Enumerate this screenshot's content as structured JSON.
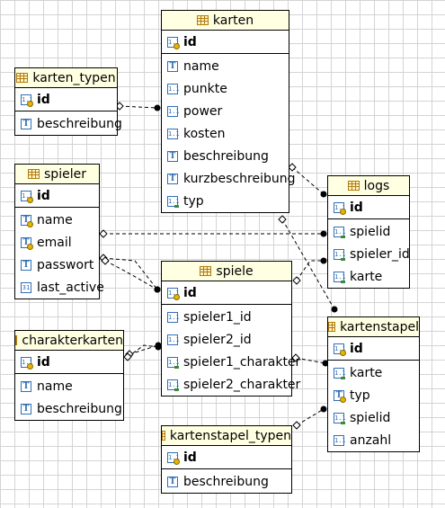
{
  "diagram": {
    "tables": {
      "karten": {
        "name": "karten",
        "pk": {
          "name": "id",
          "icon": "number-key-icon"
        },
        "fields": [
          {
            "name": "name",
            "icon": "text-icon"
          },
          {
            "name": "punkte",
            "icon": "number-icon"
          },
          {
            "name": "power",
            "icon": "number-icon"
          },
          {
            "name": "kosten",
            "icon": "number-icon"
          },
          {
            "name": "beschreibung",
            "icon": "text-icon"
          },
          {
            "name": "kurzbeschreibung",
            "icon": "text-icon"
          },
          {
            "name": "typ",
            "icon": "number-ref-icon"
          }
        ]
      },
      "karten_typen": {
        "name": "karten_typen",
        "pk": {
          "name": "id",
          "icon": "number-key-icon"
        },
        "fields": [
          {
            "name": "beschreibung",
            "icon": "text-icon"
          }
        ]
      },
      "spieler": {
        "name": "spieler",
        "pk": {
          "name": "id",
          "icon": "number-key-icon"
        },
        "fields": [
          {
            "name": "name",
            "icon": "text-key-icon"
          },
          {
            "name": "email",
            "icon": "text-key-icon"
          },
          {
            "name": "passwort",
            "icon": "text-icon"
          },
          {
            "name": "last_active",
            "icon": "datetime-icon"
          }
        ]
      },
      "logs": {
        "name": "logs",
        "pk": {
          "name": "id",
          "icon": "number-key-icon"
        },
        "fields": [
          {
            "name": "spielid",
            "icon": "number-ref-icon"
          },
          {
            "name": "spieler_id",
            "icon": "number-ref-icon"
          },
          {
            "name": "karte",
            "icon": "number-ref-icon"
          }
        ]
      },
      "spiele": {
        "name": "spiele",
        "pk": {
          "name": "id",
          "icon": "number-key-icon"
        },
        "fields": [
          {
            "name": "spieler1_id",
            "icon": "number-icon"
          },
          {
            "name": "spieler2_id",
            "icon": "number-icon"
          },
          {
            "name": "spieler1_charakter",
            "icon": "number-ref-icon"
          },
          {
            "name": "spieler2_charakter",
            "icon": "number-ref-icon"
          }
        ]
      },
      "charakterkarten": {
        "name": "charakterkarten",
        "pk": {
          "name": "id",
          "icon": "number-key-icon"
        },
        "fields": [
          {
            "name": "name",
            "icon": "text-icon"
          },
          {
            "name": "beschreibung",
            "icon": "text-icon"
          }
        ]
      },
      "kartenstapel": {
        "name": "kartenstapel",
        "pk": {
          "name": "id",
          "icon": "number-key-icon"
        },
        "fields": [
          {
            "name": "karte",
            "icon": "number-ref-icon"
          },
          {
            "name": "typ",
            "icon": "text-key-icon"
          },
          {
            "name": "spielid",
            "icon": "number-ref-icon"
          },
          {
            "name": "anzahl",
            "icon": "number-icon"
          }
        ]
      },
      "kartenstapel_typen": {
        "name": "kartenstapel_typen",
        "pk": {
          "name": "id",
          "icon": "number-key-icon"
        },
        "fields": [
          {
            "name": "beschreibung",
            "icon": "text-icon"
          }
        ]
      }
    },
    "relations": [
      {
        "from": "karten.typ",
        "to": "karten_typen.id"
      },
      {
        "from": "logs.karte",
        "to": "karten.id"
      },
      {
        "from": "kartenstapel.karte",
        "to": "karten.id"
      },
      {
        "from": "logs.spieler_id",
        "to": "spieler.id"
      },
      {
        "from": "spiele.spieler1_id",
        "to": "spieler.id"
      },
      {
        "from": "spiele.spieler2_id",
        "to": "spieler.id"
      },
      {
        "from": "logs.spielid",
        "to": "spiele.id"
      },
      {
        "from": "spiele.spieler1_charakter",
        "to": "charakterkarten.id"
      },
      {
        "from": "spiele.spieler2_charakter",
        "to": "charakterkarten.id"
      },
      {
        "from": "kartenstapel.spielid",
        "to": "spiele.id"
      },
      {
        "from": "kartenstapel.typ",
        "to": "kartenstapel_typen.id"
      }
    ],
    "colors": {
      "header_bg": "#ffffe1",
      "grid": "#d4d4d4",
      "border": "#000000",
      "field_icon": "#2f6fb5",
      "table_icon": "#b07a10"
    }
  }
}
